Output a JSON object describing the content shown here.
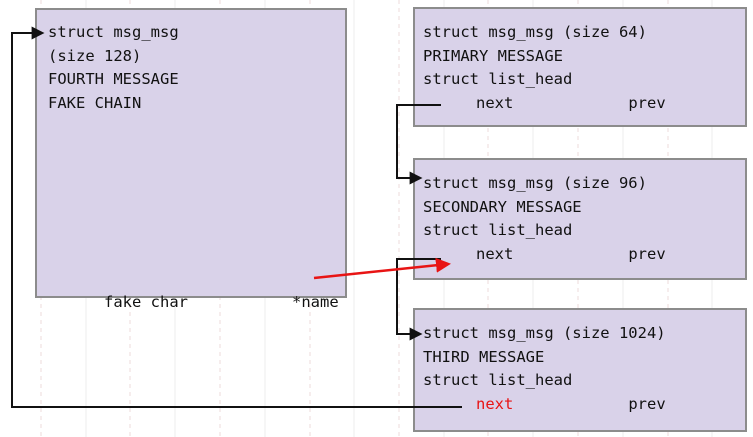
{
  "boxes": {
    "fake": {
      "name_line": "struct msg_msg",
      "size_line": "(size 128)",
      "label_line": "FOURTH MESSAGE",
      "note_line": "FAKE CHAIN",
      "field_type": "fake char",
      "field_value": "*name"
    },
    "primary": {
      "header": "struct msg_msg (size 64)",
      "label": "PRIMARY MESSAGE",
      "struct_line": "struct list_head",
      "next_label": "next",
      "prev_label": "prev"
    },
    "secondary": {
      "header": "struct msg_msg (size 96)",
      "label": "SECONDARY MESSAGE",
      "struct_line": "struct list_head",
      "next_label": "next",
      "prev_label": "prev"
    },
    "third": {
      "header": "struct msg_msg (size 1024)",
      "label": "THIRD MESSAGE",
      "struct_line": "struct list_head",
      "next_label": "next",
      "prev_label": "prev"
    }
  },
  "connections": [
    {
      "from": "primary.next",
      "to": "secondary-box",
      "color": "#111111",
      "style": "elbow-arrow"
    },
    {
      "from": "secondary.next",
      "to": "third-box",
      "color": "#111111",
      "style": "elbow-arrow"
    },
    {
      "from": "third.next",
      "to": "fake-box",
      "color": "#111111",
      "style": "elbow-arrow"
    },
    {
      "from": "fake.*name",
      "to": "secondary.next",
      "color": "#e81414",
      "style": "straight-arrow"
    }
  ],
  "colors": {
    "box_fill": "#d9d2e9",
    "box_border": "#8c8c8c",
    "text": "#111111",
    "highlight_red": "#e81414",
    "grid_dashed": "#eedbdb",
    "grid_solid": "#ececec"
  }
}
